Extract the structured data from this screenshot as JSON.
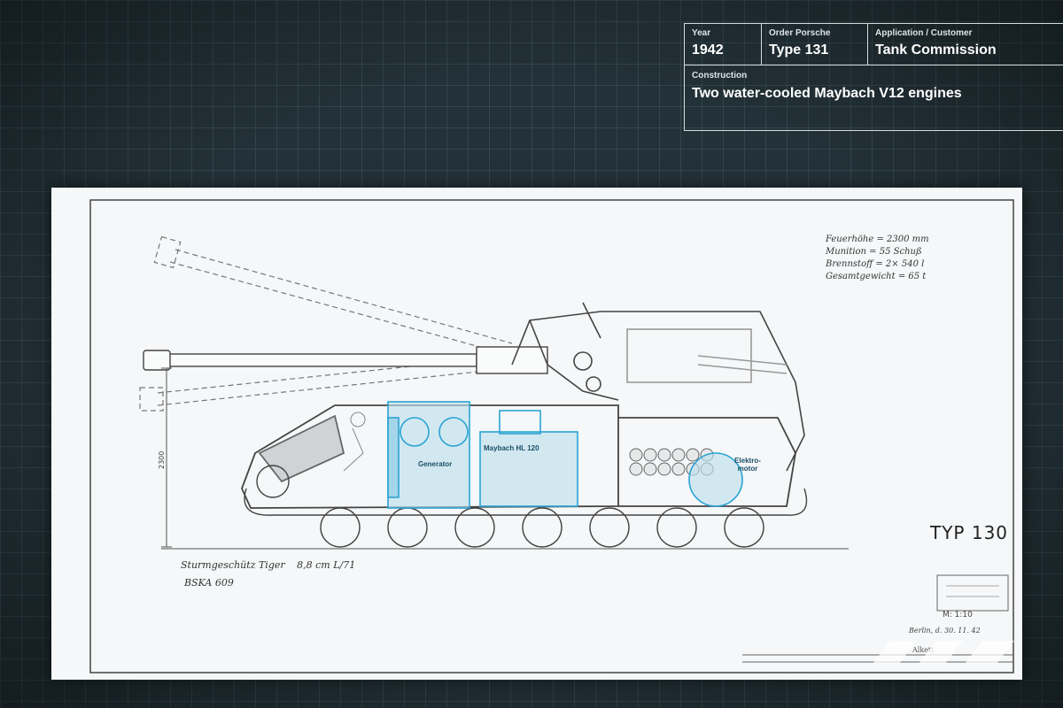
{
  "info": {
    "year_label": "Year",
    "year_value": "1942",
    "order_label": "Order Porsche",
    "order_value": "Type 131",
    "application_label": "Application / Customer",
    "application_value": "Tank Commission",
    "construction_label": "Construction",
    "construction_value": "Two water-cooled Maybach V12 engines"
  },
  "blueprint": {
    "specs": [
      "Feuerhöhe = 2300 mm",
      "Munition = 55 Schuß",
      "Brennstoff = 2× 540 l",
      "Gesamtgewicht = 65 t"
    ],
    "type_title": "TYP 130",
    "model_name": "Sturmgeschütz Tiger",
    "gun_caliber": "8,8 cm L/71",
    "drawing_code": "BSKA 609",
    "scale": "M: 1:10",
    "place_date": "Berlin, d. 30. 11. 42",
    "checked": "Alkett",
    "dimension": "2300",
    "labels": {
      "generator": "Generator",
      "engine": "Maybach HL 120",
      "motor": "Elektro-motor"
    }
  },
  "colors": {
    "background": "#233238",
    "panel_border": "#d5dcdf",
    "blueprint_paper": "#f5f7f8",
    "highlight_blue": "#2aa3d4"
  }
}
